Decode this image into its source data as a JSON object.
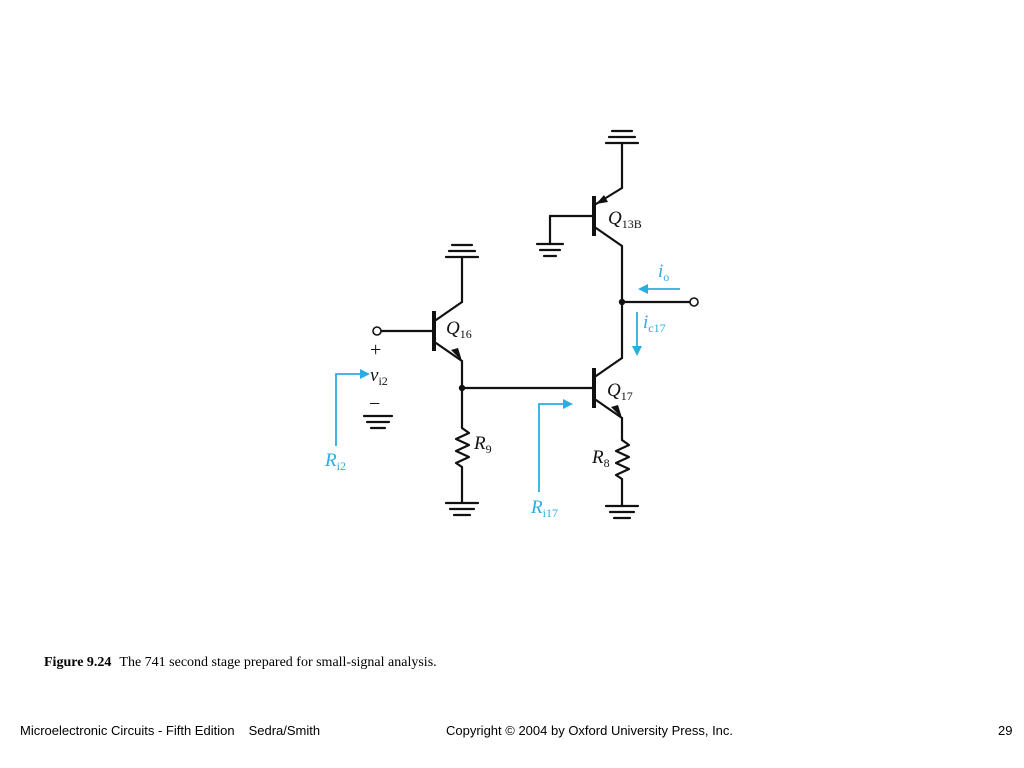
{
  "figure": {
    "number": "Figure 9.24",
    "caption": "The 741 second stage prepared for small-signal analysis."
  },
  "labels": {
    "q16": {
      "main": "Q",
      "sub": "16"
    },
    "q13b": {
      "main": "Q",
      "sub": "13B"
    },
    "q17": {
      "main": "Q",
      "sub": "17"
    },
    "r9": {
      "main": "R",
      "sub": "9"
    },
    "r8": {
      "main": "R",
      "sub": "8"
    },
    "vi2": {
      "main": "v",
      "sub": "i2"
    },
    "plus": "+",
    "minus": "−",
    "io": {
      "main": "i",
      "sub": "o"
    },
    "ic17": {
      "main": "i",
      "sub": "c17"
    },
    "ri2": {
      "main": "R",
      "sub": "i2"
    },
    "ri17": {
      "main": "R",
      "sub": "i17"
    }
  },
  "colors": {
    "annotation": "#2aaee0",
    "wire": "#111111"
  },
  "footer": {
    "title": "Microelectronic Circuits - Fifth Edition",
    "authors": "Sedra/Smith",
    "copyright": "Copyright © 2004 by Oxford University Press, Inc.",
    "page": "29"
  }
}
